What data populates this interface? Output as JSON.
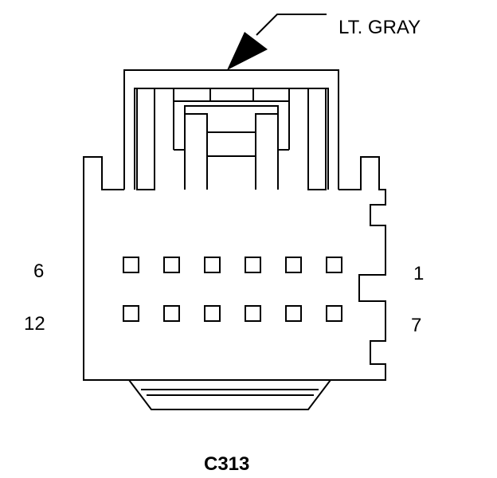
{
  "diagram": {
    "color_label": "LT. GRAY",
    "connector_id": "C313",
    "pin_labels": {
      "top_left": "6",
      "top_right": "1",
      "bottom_left": "12",
      "bottom_right": "7"
    },
    "pin_rows": 2,
    "pins_per_row": 6,
    "line_color": "#000000",
    "background_color": "#ffffff"
  }
}
